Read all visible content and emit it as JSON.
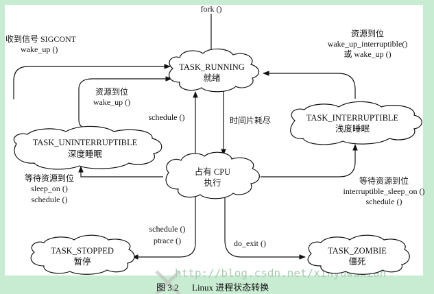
{
  "colors": {
    "background": "#c8ecd2",
    "panel": "#ffffff",
    "ink": "#111111",
    "watermark": "#a9cbb3"
  },
  "states": {
    "running": {
      "name": "TASK_RUNNING",
      "desc": "就绪"
    },
    "cpu": {
      "name": "占有 CPU",
      "desc": "执行"
    },
    "uninterruptible": {
      "name": "TASK_UNINTERRUPTIBLE",
      "desc": "深度睡眠"
    },
    "interruptible": {
      "name": "TASK_INTERRUPTIBLE",
      "desc": "浅度睡眠"
    },
    "stopped": {
      "name": "TASK_STOPPED",
      "desc": "暂停"
    },
    "zombie": {
      "name": "TASK_ZOMBIE",
      "desc": "僵死"
    }
  },
  "transitions": {
    "fork": {
      "line1": "fork ()"
    },
    "sigcont": {
      "line1": "收到信号 SIGCONT",
      "line2": "wake_up ()"
    },
    "wake_uninterruptible": {
      "line1": "资源到位",
      "line2": "wake_up ()"
    },
    "wake_interruptible": {
      "line1": "资源到位",
      "line2": "wake_up_interruptible()",
      "line3": "或 wake_up ()"
    },
    "schedule_to_cpu": {
      "line1": "schedule ()"
    },
    "timeslice": {
      "line1": "时间片耗尽"
    },
    "sleep_uninterruptible": {
      "line1": "等待资源到位",
      "line2": "sleep_on ()",
      "line3": "schedule ()"
    },
    "sleep_interruptible": {
      "line1": "等待资源到位",
      "line2": "interruptible_sleep_on ()",
      "line3": "schedule ()"
    },
    "stop": {
      "line1": "schedule ()",
      "line2": "ptrace ()"
    },
    "exit": {
      "line1": "do_exit ()"
    }
  },
  "caption": {
    "figure": "图 3.2",
    "title": "Linux 进程状态转换"
  },
  "watermark": "http://blog.csdn.net/xinyuwuxian"
}
